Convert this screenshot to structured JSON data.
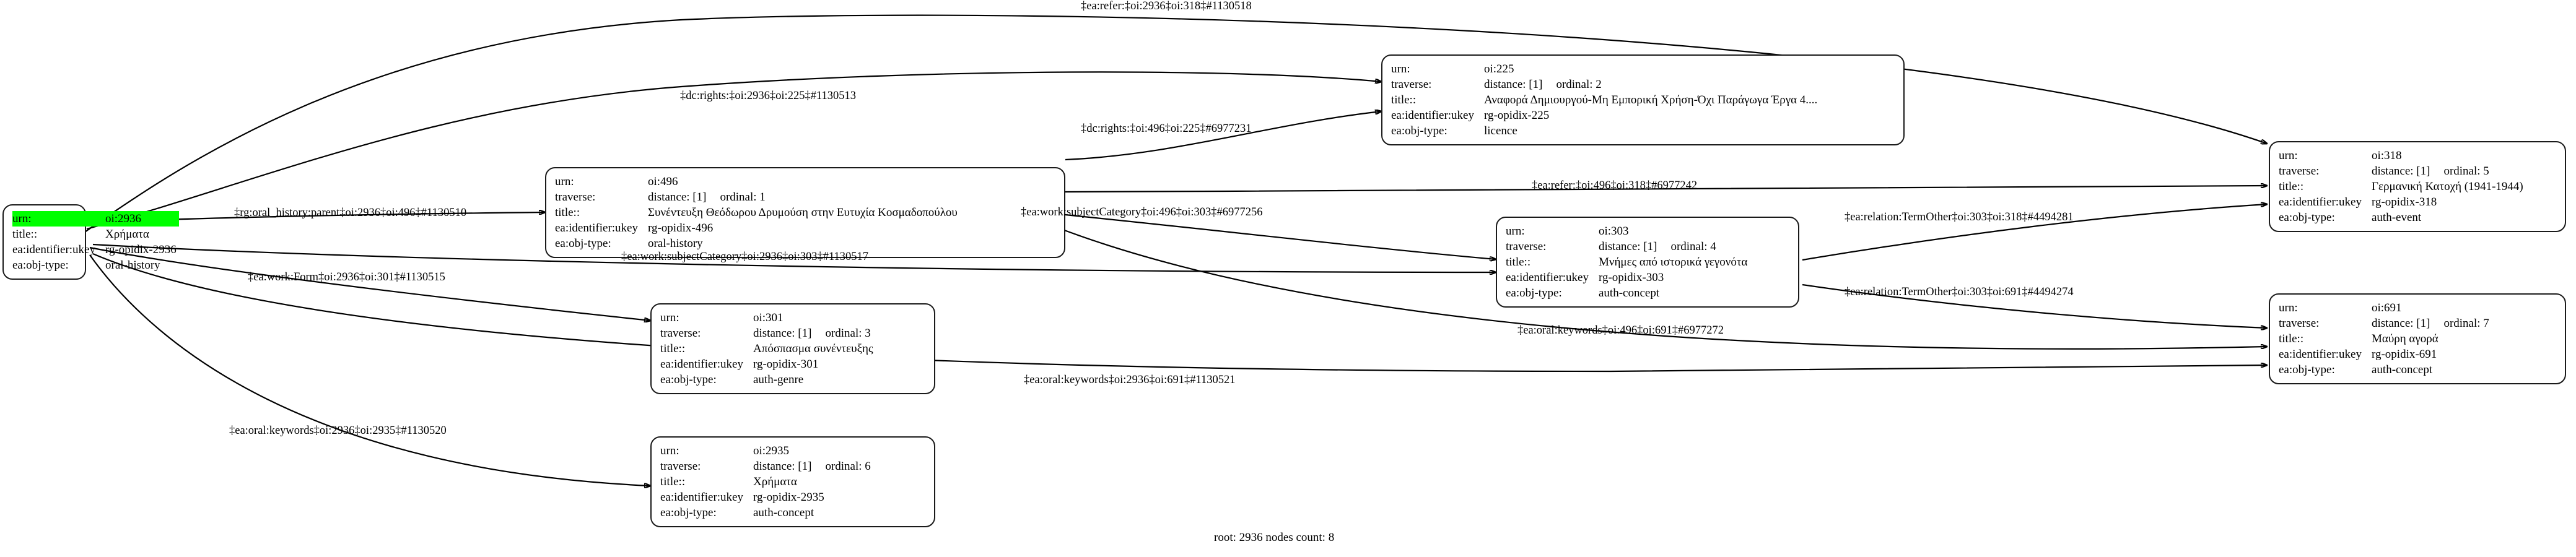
{
  "graph": {
    "footer": "root: 2936 nodes count: 8",
    "root_urn": "oi:2936",
    "node_count": "8",
    "highlight_color": "#00ff00",
    "field_labels": {
      "urn": "urn:",
      "traverse": "traverse:",
      "title": "title::",
      "ukey": "ea:identifier:ukey",
      "objtype": "ea:obj-type:"
    }
  },
  "nodes": [
    {
      "id": "n2936",
      "urn": "oi:2936",
      "traverse": "",
      "distance": "",
      "ordinal": "",
      "title": "Χρήματα",
      "ukey": "rg-opidix-2936",
      "objtype": "oral-history",
      "highlighted": "true"
    },
    {
      "id": "n496",
      "urn": "oi:496",
      "traverse": "distance: [1]",
      "ordinal": "ordinal: 1",
      "title": "Συνέντευξη Θεόδωρου Δρυμούση στην Ευτυχία Κοσμαδοπούλου",
      "ukey": "rg-opidix-496",
      "objtype": "oral-history",
      "highlighted": "false"
    },
    {
      "id": "n225",
      "urn": "oi:225",
      "traverse": "distance: [1]",
      "ordinal": "ordinal: 2",
      "title": "Αναφορά Δημιουργού-Μη Εμπορική Χρήση-Όχι Παράγωγα Έργα 4....",
      "ukey": "rg-opidix-225",
      "objtype": "licence",
      "highlighted": "false"
    },
    {
      "id": "n301",
      "urn": "oi:301",
      "traverse": "distance: [1]",
      "ordinal": "ordinal: 3",
      "title": "Απόσπασμα συνέντευξης",
      "ukey": "rg-opidix-301",
      "objtype": "auth-genre",
      "highlighted": "false"
    },
    {
      "id": "n303",
      "urn": "oi:303",
      "traverse": "distance: [1]",
      "ordinal": "ordinal: 4",
      "title": "Μνήμες από ιστορικά γεγονότα",
      "ukey": "rg-opidix-303",
      "objtype": "auth-concept",
      "highlighted": "false"
    },
    {
      "id": "n318",
      "urn": "oi:318",
      "traverse": "distance: [1]",
      "ordinal": "ordinal: 5",
      "title": "Γερμανική Κατοχή (1941-1944)",
      "ukey": "rg-opidix-318",
      "objtype": "auth-event",
      "highlighted": "false"
    },
    {
      "id": "n2935",
      "urn": "oi:2935",
      "traverse": "distance: [1]",
      "ordinal": "ordinal: 6",
      "title": "Χρήματα",
      "ukey": "rg-opidix-2935",
      "objtype": "auth-concept",
      "highlighted": "false"
    },
    {
      "id": "n691",
      "urn": "oi:691",
      "traverse": "distance: [1]",
      "ordinal": "ordinal: 7",
      "title": "Μαύρη αγορά",
      "ukey": "rg-opidix-691",
      "objtype": "auth-concept",
      "highlighted": "false"
    }
  ],
  "edges": [
    {
      "id": "e1130518",
      "label": "‡ea:refer:‡oi:2936‡oi:318‡#1130518",
      "from": "oi:2936",
      "to": "oi:318"
    },
    {
      "id": "e1130513",
      "label": "‡dc:rights:‡oi:2936‡oi:225‡#1130513",
      "from": "oi:2936",
      "to": "oi:225"
    },
    {
      "id": "e6977231",
      "label": "‡dc:rights:‡oi:496‡oi:225‡#6977231",
      "from": "oi:496",
      "to": "oi:225"
    },
    {
      "id": "e1130510",
      "label": "‡rg:oral_history:parent‡oi:2936‡oi:496‡#1130510",
      "from": "oi:2936",
      "to": "oi:496"
    },
    {
      "id": "e6977242",
      "label": "‡ea:refer:‡oi:496‡oi:318‡#6977242",
      "from": "oi:496",
      "to": "oi:318"
    },
    {
      "id": "e6977256",
      "label": "‡ea:work:subjectCategory‡oi:496‡oi:303‡#6977256",
      "from": "oi:496",
      "to": "oi:303"
    },
    {
      "id": "e4494281",
      "label": "‡ea:relation:TermOther‡oi:303‡oi:318‡#4494281",
      "from": "oi:303",
      "to": "oi:318"
    },
    {
      "id": "e1130517",
      "label": "‡ea:work:subjectCategory‡oi:2936‡oi:303‡#1130517",
      "from": "oi:2936",
      "to": "oi:303"
    },
    {
      "id": "e1130515",
      "label": "‡ea:work:Form‡oi:2936‡oi:301‡#1130515",
      "from": "oi:2936",
      "to": "oi:301"
    },
    {
      "id": "e4494274",
      "label": "‡ea:relation:TermOther‡oi:303‡oi:691‡#4494274",
      "from": "oi:303",
      "to": "oi:691"
    },
    {
      "id": "e6977272",
      "label": "‡ea:oral:keywords‡oi:496‡oi:691‡#6977272",
      "from": "oi:496",
      "to": "oi:691"
    },
    {
      "id": "e1130521",
      "label": "‡ea:oral:keywords‡oi:2936‡oi:691‡#1130521",
      "from": "oi:2936",
      "to": "oi:691"
    },
    {
      "id": "e1130520",
      "label": "‡ea:oral:keywords‡oi:2936‡oi:2935‡#1130520",
      "from": "oi:2936",
      "to": "oi:2935"
    }
  ]
}
